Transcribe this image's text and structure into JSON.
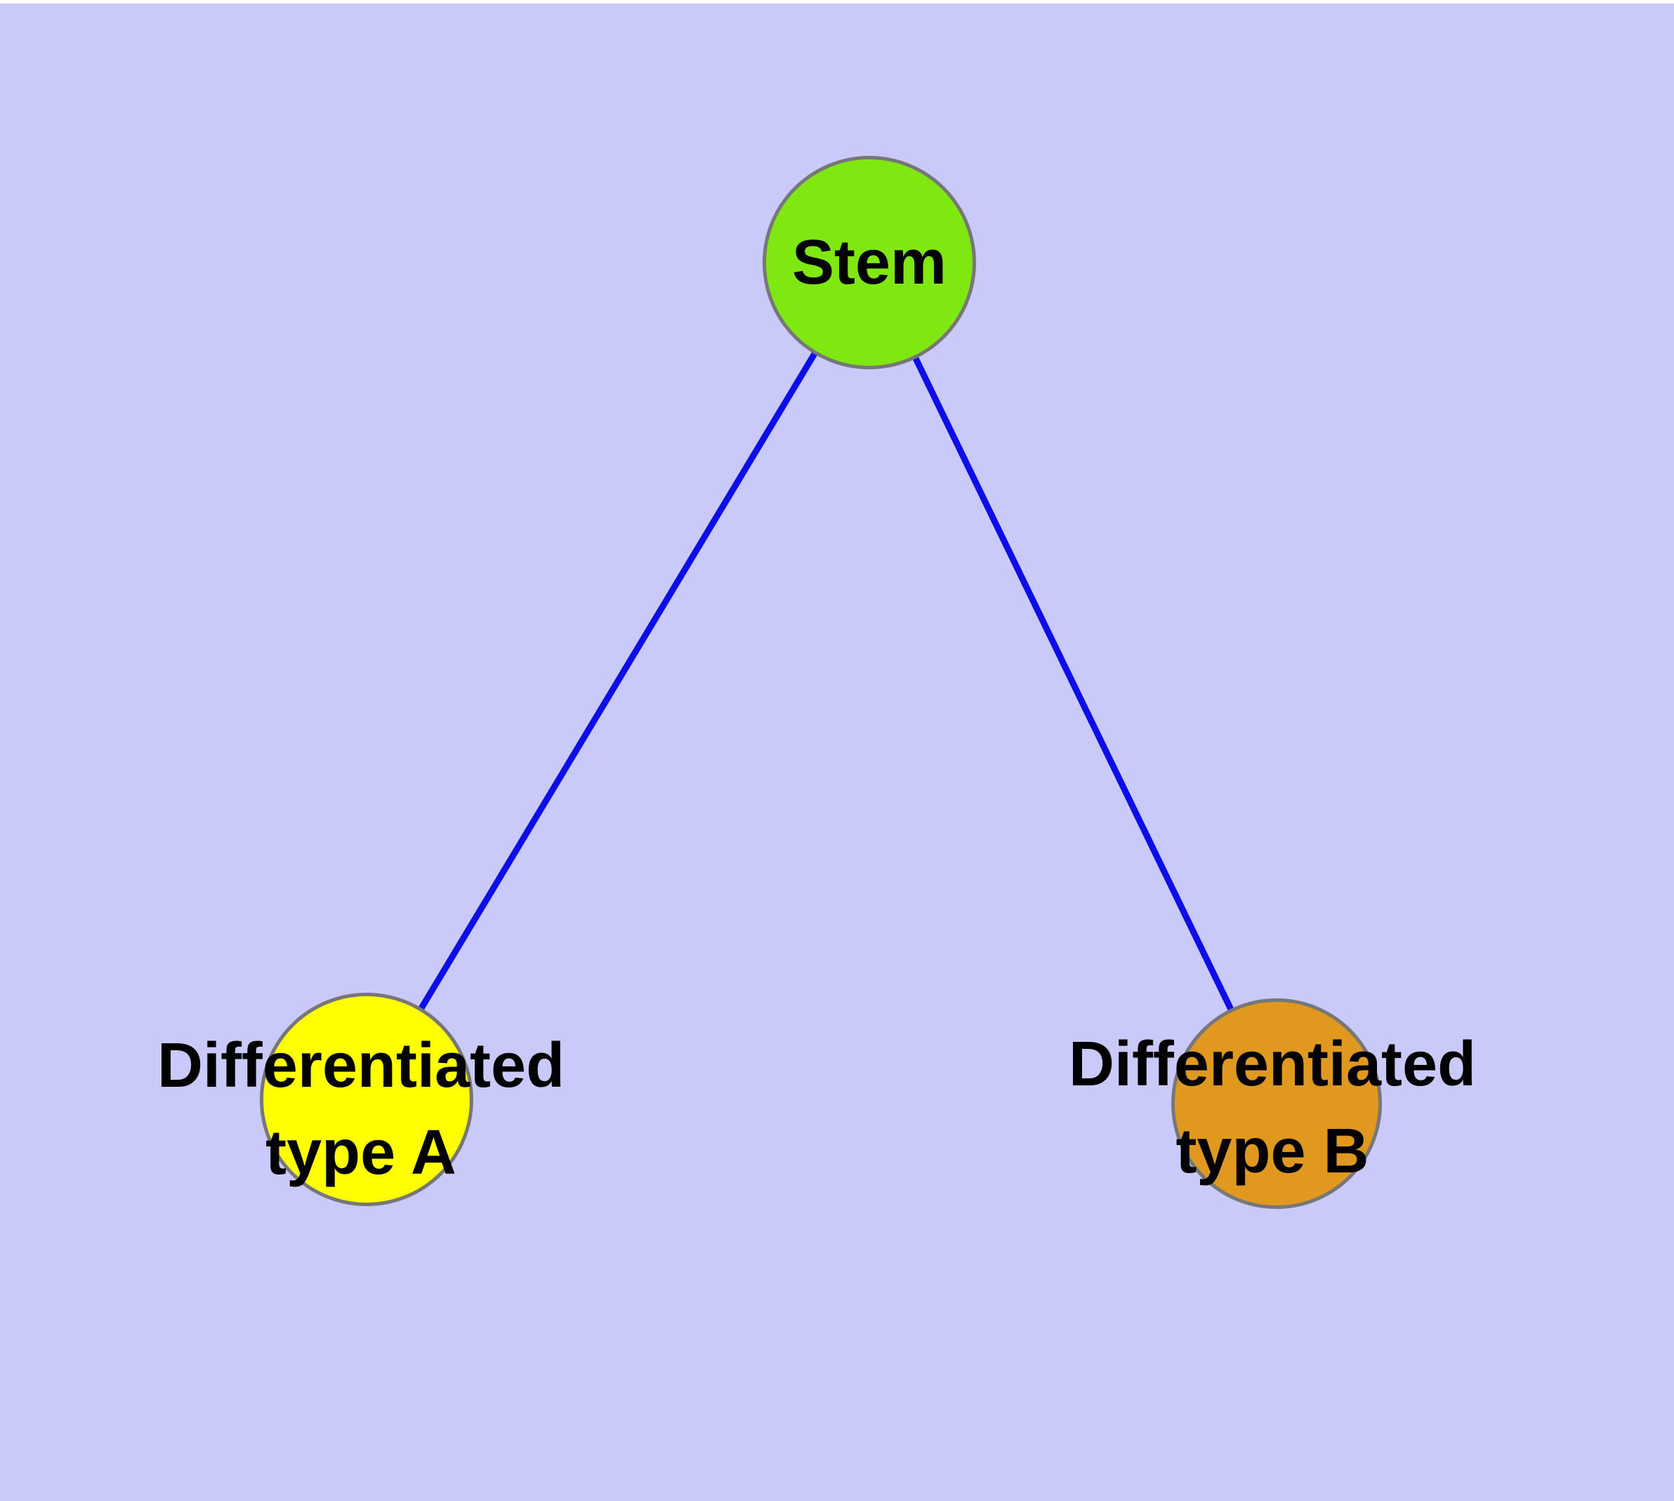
{
  "diagram": {
    "type": "node-link-graph",
    "description": "Stem cell differentiation diagram: one stem node branching to two differentiated cell type nodes",
    "colors": {
      "background": "#cacafa",
      "top_strip": "#ffffff",
      "edge": "#0d0deb",
      "node_border": "#777777",
      "label": "#000000"
    },
    "nodes": [
      {
        "id": "stem",
        "label_lines": [
          "Stem"
        ],
        "fill": "#80e811"
      },
      {
        "id": "differentiated-type-a",
        "label_lines": [
          "Differentiated",
          "type A"
        ],
        "fill": "#ffff00"
      },
      {
        "id": "differentiated-type-b",
        "label_lines": [
          "Differentiated",
          "type B"
        ],
        "fill": "#e0981e"
      }
    ],
    "edges": [
      {
        "from": "stem",
        "to": "differentiated-type-a"
      },
      {
        "from": "stem",
        "to": "differentiated-type-b"
      }
    ]
  }
}
